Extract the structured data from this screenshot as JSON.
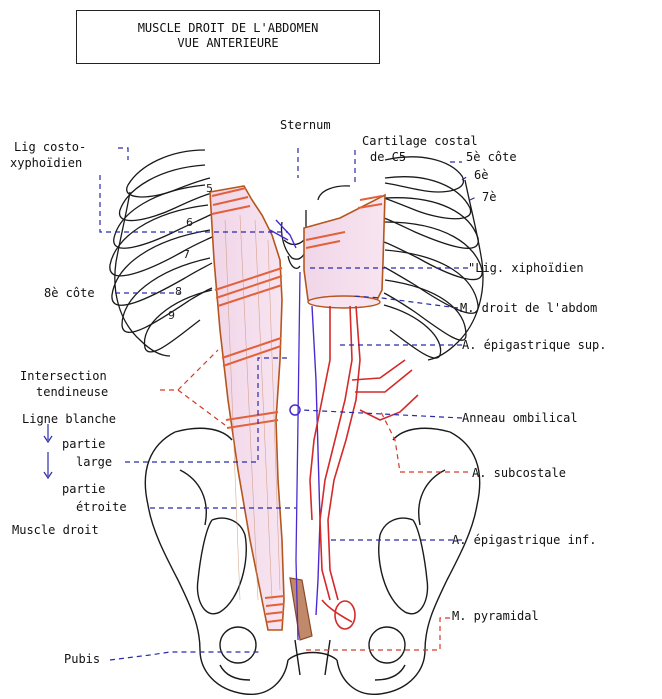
{
  "title": {
    "line1": "MUSCLE DROIT DE L'ABDOMEN",
    "line2": "VUE ANTERIEURE"
  },
  "labels": {
    "sternum": "Sternum",
    "lig_costo_1": "Lig costo-",
    "lig_costo_2": "xyphoïdien",
    "cartilage_1": "Cartilage costal",
    "cartilage_2": "de C5",
    "cote5": "5è côte",
    "cote6": "6è",
    "cote7": "7è",
    "lig_xipho": "\"Lig. xiphoïdien",
    "cote8": "8è côte",
    "m_droit_abdom": "M. droit de l'abdom",
    "a_epigastrique_sup": "A. épigastrique sup.",
    "intersection_1": "Intersection",
    "intersection_2": "tendineuse",
    "anneau": "Anneau ombilical",
    "ligne_blanche": "Ligne blanche",
    "partie_1": "partie",
    "large": "large",
    "a_subcostale": "A. subcostale",
    "partie_2": "partie",
    "etroite": "étroite",
    "muscle_droit": "Muscle droit",
    "a_epigastrique_inf": "A. épigastrique inf.",
    "m_pyramidal": "M. pyramidal",
    "pubis": "Pubis"
  },
  "rib_numbers": [
    "5",
    "6",
    "7",
    "8",
    "9"
  ],
  "colors": {
    "muscle_fill": "#f4dcec",
    "muscle_outline": "#b5561c",
    "tendon_band": "#e2603a",
    "artery": "#d42a2a",
    "vein": "#4b2bd0",
    "bone_line": "#1a1a1a",
    "leader_blue": "#2a2aa8",
    "leader_red": "#d43a2a"
  }
}
